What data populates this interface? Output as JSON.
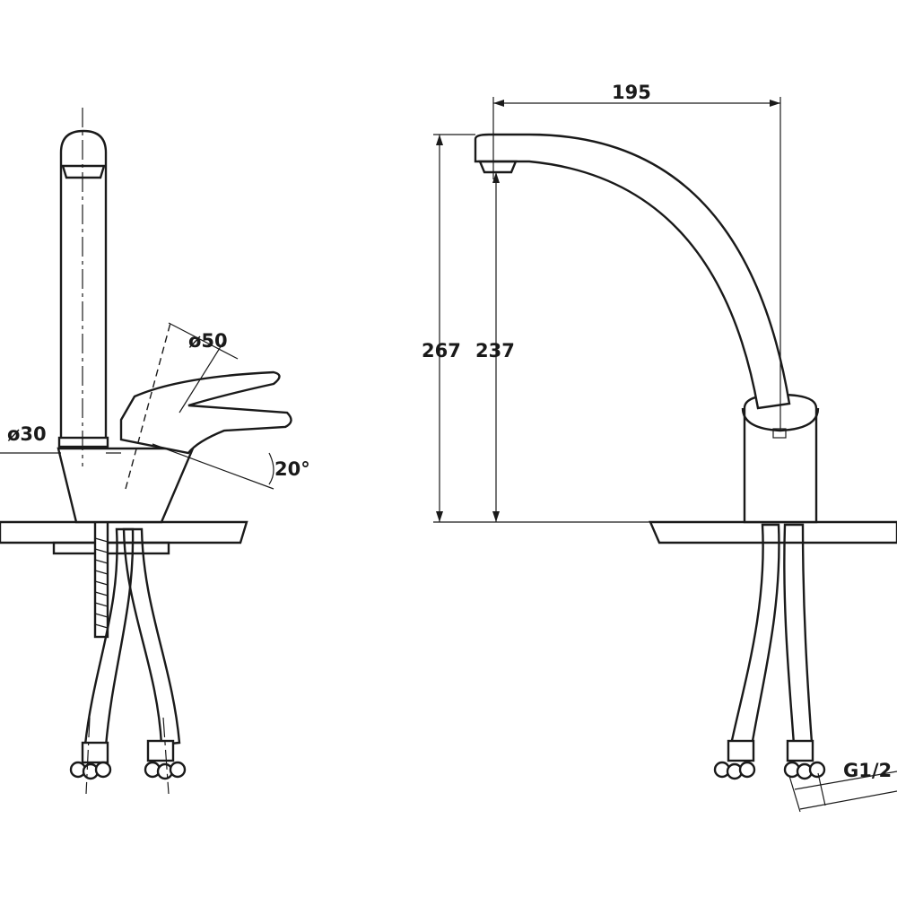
{
  "drawing": {
    "side_view": {
      "dim_outlet_diameter": "ø30",
      "dim_lever_diameter": "ø50",
      "dim_lever_angle": "20°"
    },
    "front_view": {
      "dim_spout_reach": "195",
      "dim_total_height": "267",
      "dim_outlet_height": "237",
      "dim_hose_thread": "G1/2"
    }
  }
}
